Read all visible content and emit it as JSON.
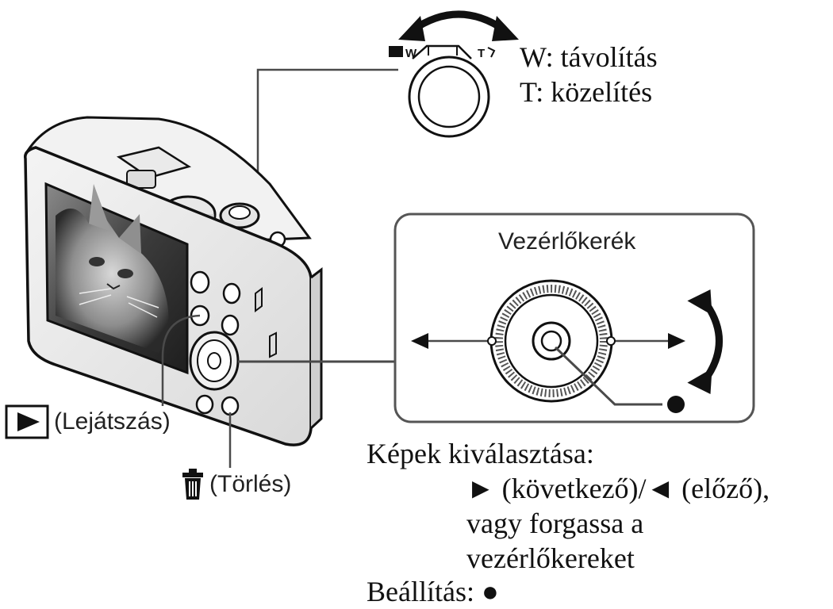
{
  "zoom": {
    "w_label": "W: távolítás",
    "t_label": "T: közelítés",
    "lever_w_mark": "W",
    "lever_t_mark": "T"
  },
  "control_wheel": {
    "title": "Vezérlőkerék"
  },
  "buttons": {
    "playback_label": "(Lejátszás)",
    "delete_label": "(Törlés)"
  },
  "instructions": {
    "select_title": "Képek kiválasztása:",
    "select_line1": "► (következő)/◄ (előző),",
    "select_line2": "vagy forgassa a",
    "select_line3": "vezérlőkereket",
    "set_label": "Beállítás: ●"
  },
  "icons": {
    "playback": "play-icon",
    "delete": "trash-icon",
    "center_button": "center-dot-icon"
  },
  "colors": {
    "ink": "#111111",
    "line": "#4a4a4a",
    "panel_border": "#555555"
  }
}
